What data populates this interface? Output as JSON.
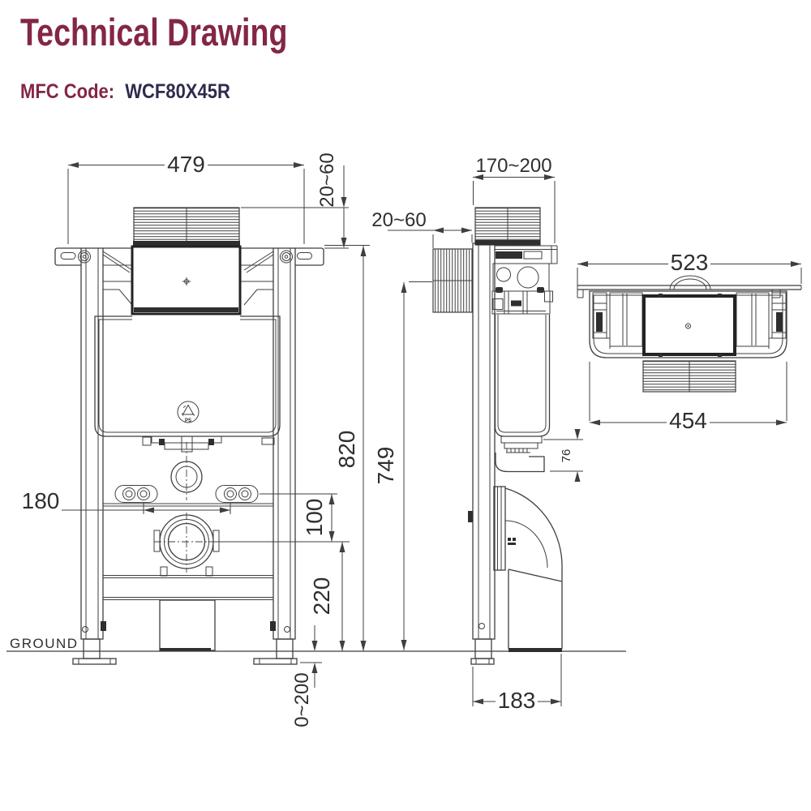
{
  "header": {
    "title": "Technical Drawing",
    "code_label": "MFC Code:",
    "code_value": "WCF80X45R"
  },
  "colors": {
    "title_accent": "#832647",
    "code_value": "#2e2b4e",
    "drawing_line": "#3f3f3f"
  },
  "views": {
    "front": {
      "width": "479",
      "plate_offset": "20~60",
      "fixing_spacing": "180",
      "fixing_to_drain": "100",
      "drain_to_ground": "220",
      "frame_height": "820",
      "leg_adjust": "0~200",
      "ground_label": "GROUND",
      "recycle_label": "PS"
    },
    "side": {
      "depth": "170~200",
      "plate_depth": "20~60",
      "plate_center_height": "749",
      "outlet_offset": "76",
      "base_depth": "183"
    },
    "top": {
      "bracket_width": "523",
      "frame_width": "454"
    }
  }
}
